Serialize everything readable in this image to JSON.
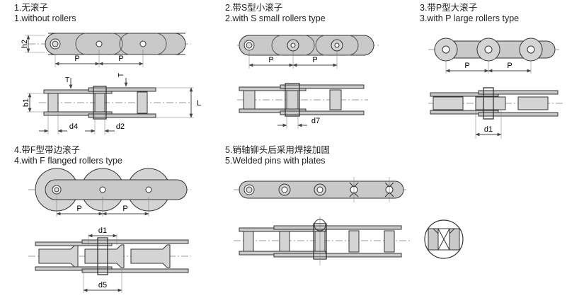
{
  "colors": {
    "plate_fill": "#c9c9c9",
    "roller_fill": "#d4d4d4",
    "stroke": "#333333",
    "dim_line": "#444444",
    "center_line": "#666666"
  },
  "sections": [
    {
      "id": "s1",
      "title_cn": "1.无滚子",
      "title_en": "1.without rollers",
      "dims": [
        "h2",
        "P",
        "P",
        "T",
        "b1",
        "L",
        "d4",
        "d2"
      ]
    },
    {
      "id": "s2",
      "title_cn": "2.带S型小滚子",
      "title_en": "2.with S  small rollers type",
      "dims": [
        "P",
        "P",
        "d7"
      ]
    },
    {
      "id": "s3",
      "title_cn": "3.带P型大滚子",
      "title_en": "3.with P large rollers type",
      "dims": [
        "P",
        "P",
        "d1"
      ]
    },
    {
      "id": "s4",
      "title_cn": "4.带F型带边滚子",
      "title_en": "4.with F flanged rollers type",
      "dims": [
        "P",
        "P",
        "d1",
        "d5"
      ]
    },
    {
      "id": "s5",
      "title_cn": "5.销轴铆头后采用焊接加固",
      "title_en": "5.Welded pins with plates",
      "dims": []
    }
  ]
}
